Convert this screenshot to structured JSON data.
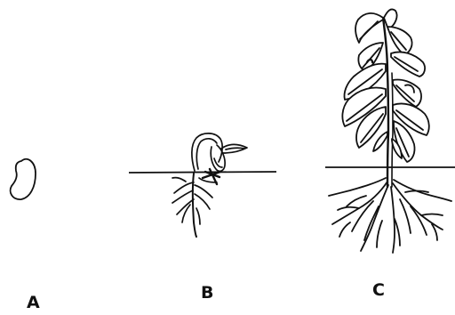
{
  "stages": [
    {
      "id": "A",
      "label": "A"
    },
    {
      "id": "B",
      "label": "B"
    },
    {
      "id": "C",
      "label": "C"
    }
  ],
  "colors": {
    "ink": "#111111",
    "background": "#ffffff"
  }
}
